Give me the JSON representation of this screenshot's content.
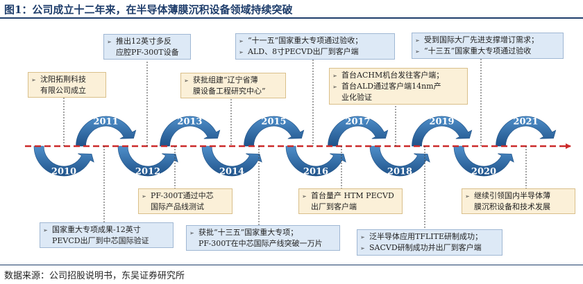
{
  "title": "图1：公司成立十二年来，在半导体薄膜沉积设备领域持续突破",
  "source": "数据来源：公司招股说明书，东吴证券研究所",
  "colors": {
    "arrow_blue": "#2e6da4",
    "timeline_red": "#cc2a2a",
    "box_blue": "#dde9f6",
    "box_cream": "#fbf0d8",
    "title_navy": "#1e3d6b"
  },
  "marker_icon": "triangle-right-icon",
  "marker_glyph": "➢",
  "years": [
    "2010",
    "2011",
    "2012",
    "2013",
    "2014",
    "2015",
    "2016",
    "2017",
    "2018",
    "2019",
    "2020",
    "2021"
  ],
  "events": {
    "e2010": [
      "沈阳拓荆科技",
      "有限公司成立"
    ],
    "e2010b": [
      "国家重大专项成果-12英寸",
      "PEVCD出厂到中芯国际验证"
    ],
    "e2011": [
      "推出12英寸多反",
      "应腔PF-300T设备"
    ],
    "e2012": [
      "PF-300T通过中芯",
      "国际产品线测试"
    ],
    "e2013": [
      "获批组建“辽宁省薄",
      "膜设备工程研究中心”"
    ],
    "e2014": [
      "获批“十三五”国家重大专项；",
      "PF-300T在中芯国际产线突破一万片"
    ],
    "e2015": [
      "“十一五”国家重大专项通过验收；",
      "ALD、8寸PECVD出厂到客户端"
    ],
    "e2016": [
      "首台量产 HTM PECVD",
      "出厂到客户端"
    ],
    "e2017a": "首台ACHM机台发往客户端；",
    "e2017b": [
      "首台ALD通过客户端14nm产",
      "业化验证"
    ],
    "e2018a": "泛半导体应用TFLITE研制成功；",
    "e2018b": "SACVD研制成功并出厂到客户端",
    "e2019a": "受到国际大厂先进支撑增订需求；",
    "e2019b": "“十三五”国家重大专项通过验收",
    "e2021": [
      "继续引领国内半导体薄",
      "膜沉积设备和技术发展"
    ]
  }
}
